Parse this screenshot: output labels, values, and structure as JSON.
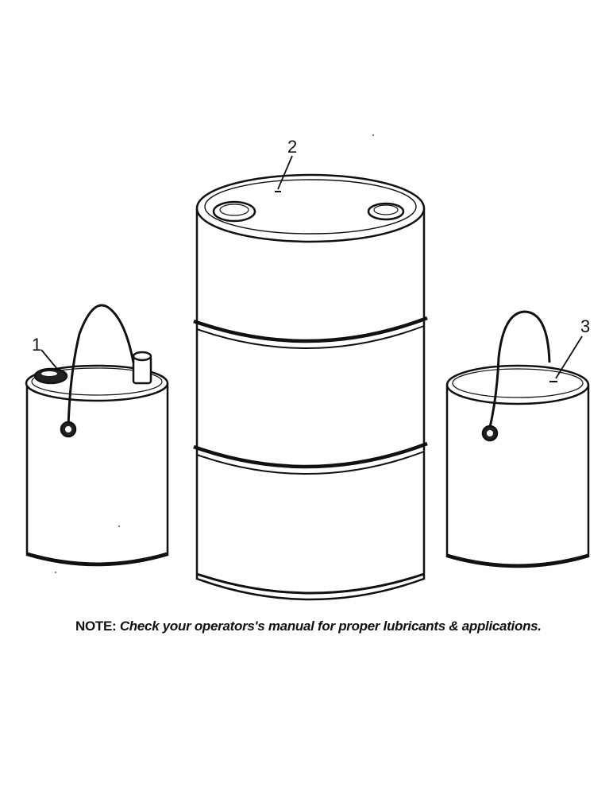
{
  "callouts": {
    "item_1": "1",
    "item_2": "2",
    "item_3": "3"
  },
  "note": {
    "label": "NOTE:",
    "text": "Check your operators's manual for proper lubricants & applications."
  },
  "colors": {
    "ink": "#111111",
    "paper": "#ffffff"
  }
}
